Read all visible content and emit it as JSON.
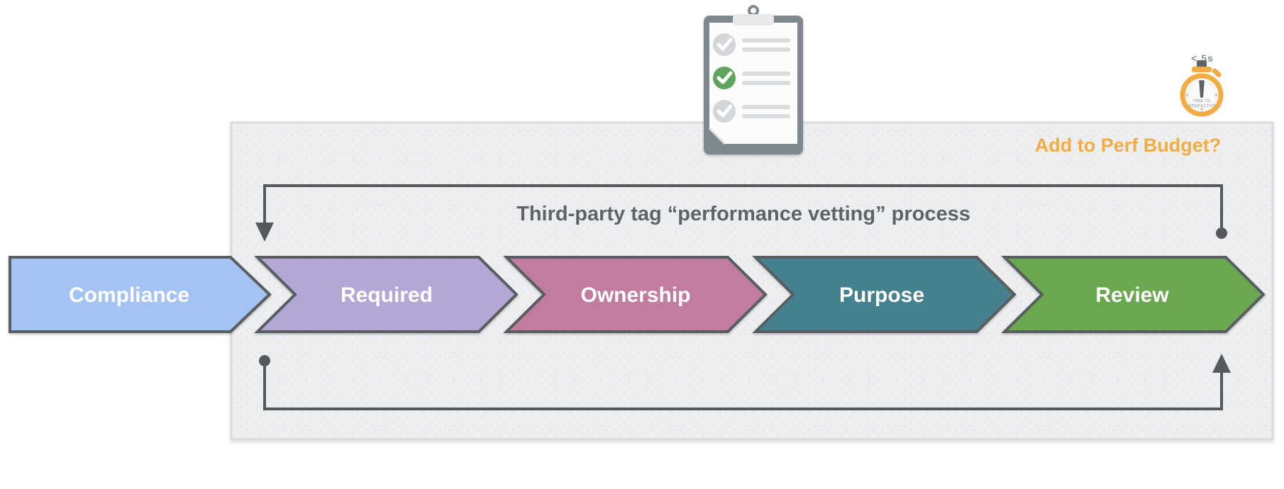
{
  "title": "Third-party tag “performance vetting” process",
  "annotations": {
    "perf_budget_question": "Add to Perf Budget?",
    "stopwatch_time": "< 5s",
    "stopwatch_dial_line1": "TIME TO",
    "stopwatch_dial_line2": "INTERACTIVE"
  },
  "stages": [
    {
      "label": "Compliance",
      "color": "#A4C2F4"
    },
    {
      "label": "Required",
      "color": "#B4A7D6"
    },
    {
      "label": "Ownership",
      "color": "#C27BA0"
    },
    {
      "label": "Purpose",
      "color": "#45818E"
    },
    {
      "label": "Review",
      "color": "#6AA84F"
    }
  ],
  "icons": {
    "clipboard": "checklist-clipboard",
    "stopwatch": "stopwatch-timer"
  },
  "colors": {
    "accent_orange": "#F2AC43",
    "title_gray": "#5F6368",
    "connector_gray": "#55595D",
    "checklist_green": "#5FA45C",
    "panel_background": "#EDEEF0"
  }
}
